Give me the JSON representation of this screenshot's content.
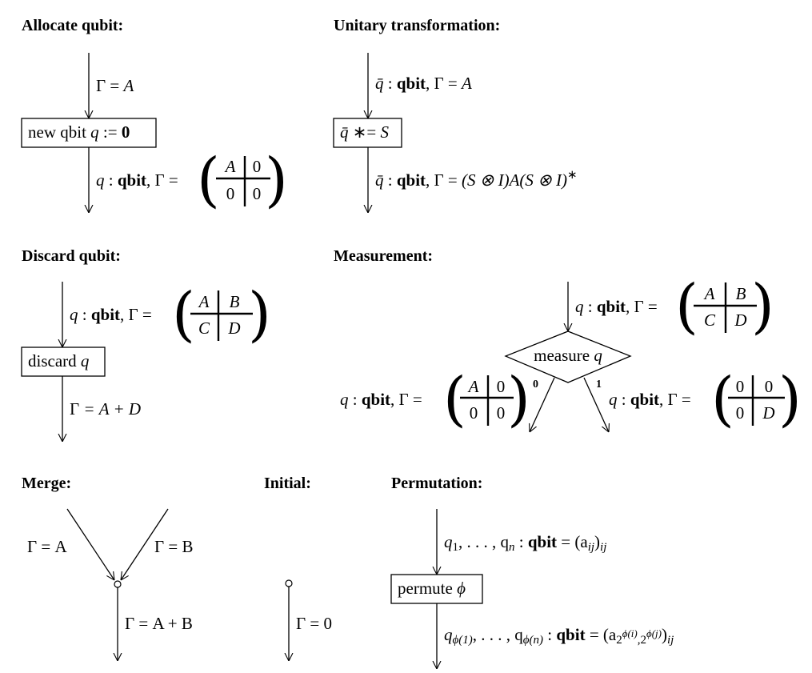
{
  "sections": {
    "allocate": {
      "title": "Allocate qubit:",
      "box_text": "new qbit",
      "box_var": "q",
      "box_assign": " := ",
      "box_value": "0",
      "in_lhs": "Γ",
      "in_eq": " = ",
      "in_rhs": "A",
      "out_var": "q",
      "out_colon": " : ",
      "out_type": "qbit",
      "out_gamma": ", Γ = ",
      "matrix": [
        "A",
        "0",
        "0",
        "0"
      ]
    },
    "unitary": {
      "title": "Unitary transformation:",
      "box_var": "q̄",
      "box_op": " ∗= ",
      "box_rhs": "S",
      "in_var": "q̄",
      "in_colon": " : ",
      "in_type": "qbit",
      "in_gamma": ", Γ = ",
      "in_rhs": "A",
      "out_var": "q̄",
      "out_colon": " : ",
      "out_type": "qbit",
      "out_gamma": ", Γ = ",
      "out_rhs": "(S ⊗ I)A(S ⊗ I)",
      "out_sup": "∗"
    },
    "discard": {
      "title": "Discard qubit:",
      "box_text": "discard",
      "box_var": "q",
      "in_var": "q",
      "in_colon": " : ",
      "in_type": "qbit",
      "in_gamma": ", Γ = ",
      "matrix": [
        "A",
        "B",
        "C",
        "D"
      ],
      "out_lhs": "Γ",
      "out_rhs": " = A + D"
    },
    "measurement": {
      "title": "Measurement:",
      "box_text": "measure",
      "box_var": "q",
      "in_var": "q",
      "in_colon": " : ",
      "in_type": "qbit",
      "in_gamma": ", Γ = ",
      "in_matrix": [
        "A",
        "B",
        "C",
        "D"
      ],
      "left_label": "0",
      "left_var": "q",
      "left_colon": " : ",
      "left_type": "qbit",
      "left_gamma": ", Γ = ",
      "left_matrix": [
        "A",
        "0",
        "0",
        "0"
      ],
      "right_label": "1",
      "right_var": "q",
      "right_colon": " : ",
      "right_type": "qbit",
      "right_gamma": ", Γ = ",
      "right_matrix": [
        "0",
        "0",
        "0",
        "D"
      ]
    },
    "merge": {
      "title": "Merge:",
      "left_in": "Γ = A",
      "right_in": "Γ = B",
      "out": "Γ = A + B"
    },
    "initial": {
      "title": "Initial:",
      "out": "Γ = 0"
    },
    "permutation": {
      "title": "Permutation:",
      "box_text": "permute",
      "box_var": "ϕ",
      "in_vars": "q",
      "in_sub1": "1",
      "in_dots": ", . . . , q",
      "in_subn": "n",
      "in_colon": " : ",
      "in_type": "qbit",
      "in_eq": " = (a",
      "in_sub_ij": "ij",
      "in_close": ")",
      "in_sub_ij2": "ij",
      "out_q1": "q",
      "out_sub1": "ϕ(1)",
      "out_dots": ", . . . , q",
      "out_subn": "ϕ(n)",
      "out_colon": " : ",
      "out_type": "qbit",
      "out_eq": " = (a",
      "out_sub_exp": "2",
      "out_sup1": "ϕ(i)",
      "out_mid": ",2",
      "out_sup2": "ϕ(j)",
      "out_close": ")",
      "out_sub_ij": "ij"
    }
  }
}
